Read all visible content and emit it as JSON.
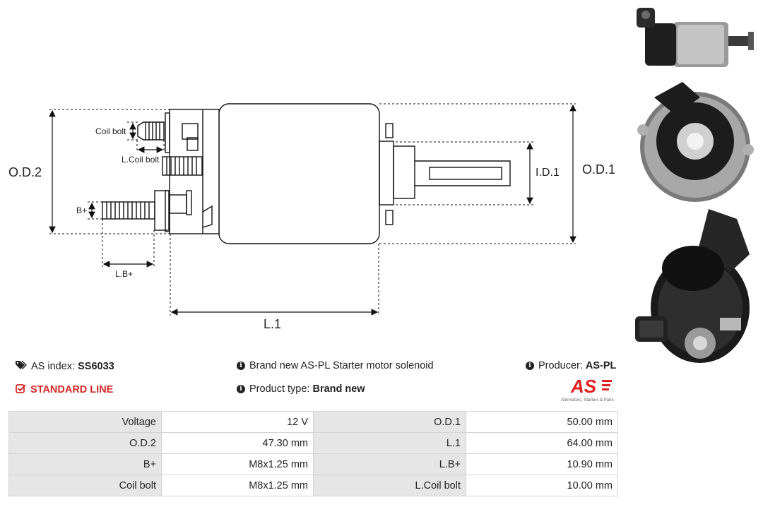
{
  "diagram": {
    "labels": {
      "coil_bolt": "Coil bolt",
      "l_coil_bolt": "L.Coil bolt",
      "od2": "O.D.2",
      "od1": "O.D.1",
      "id1": "I.D.1",
      "b_plus": "B+",
      "lb_plus": "L.B+",
      "l1": "L.1"
    }
  },
  "info": {
    "as_index_label": "AS index:",
    "as_index_value": "SS6033",
    "line": "STANDARD LINE",
    "description": "Brand new AS-PL Starter motor solenoid",
    "product_type_label": "Product type:",
    "product_type_value": "Brand new",
    "producer_label": "Producer:",
    "producer_value": "AS-PL"
  },
  "logo": {
    "mark": "AS",
    "tagline": "Alternators, Starters & Parts",
    "color": "#e02020"
  },
  "specs": {
    "rows": [
      {
        "k1": "Voltage",
        "v1": "12 V",
        "k2": "O.D.1",
        "v2": "50.00 mm"
      },
      {
        "k1": "O.D.2",
        "v1": "47.30 mm",
        "k2": "L.1",
        "v2": "64.00 mm"
      },
      {
        "k1": "B+",
        "v1": "M8x1.25 mm",
        "k2": "L.B+",
        "v2": "10.90 mm"
      },
      {
        "k1": "Coil bolt",
        "v1": "M8x1.25 mm",
        "k2": "L.Coil bolt",
        "v2": "10.00 mm"
      }
    ]
  },
  "icons": {
    "tag": "tags-icon",
    "checkbox": "check-square-icon",
    "info": "info-circle-icon"
  }
}
